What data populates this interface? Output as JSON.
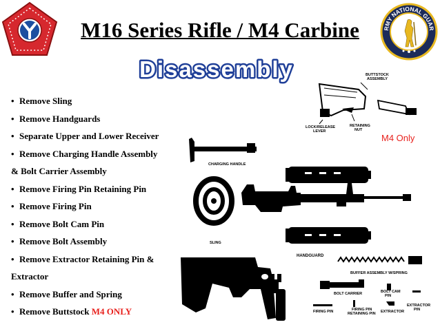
{
  "slide": {
    "title": "M16 Series Rifle / M4 Carbine",
    "subtitle": "Disassembly",
    "logo_right_text_top": "ARMY NATIONAL GUARD"
  },
  "steps": [
    {
      "text": "Remove Sling"
    },
    {
      "text": "Remove Handguards"
    },
    {
      "text": "Separate Upper and Lower Receiver"
    },
    {
      "text": "Remove Charging Handle Assembly"
    },
    {
      "text": "& Bolt Carrier Assembly",
      "continuation": true
    },
    {
      "text": "Remove Firing Pin Retaining Pin"
    },
    {
      "text": "Remove Firing Pin"
    },
    {
      "text": "Remove Bolt Cam Pin"
    },
    {
      "text": "Remove Bolt Assembly"
    },
    {
      "text": "Remove Extractor Retaining Pin &"
    },
    {
      "text": "Extractor",
      "continuation": true
    },
    {
      "text": "Remove Buffer and Spring"
    },
    {
      "text": "Remove Buttstock ",
      "highlight": "M4 ONLY"
    }
  ],
  "m4_only_label": "M4 Only",
  "diagram_labels": {
    "buttstock_assembly_1": "BUTTSTOCK",
    "buttstock_assembly_2": "ASSEMBLY",
    "lock_release_1": "LOCK/RELEASE",
    "lock_release_2": "LEVER",
    "retaining_nut_1": "RETAINING",
    "retaining_nut_2": "NUT",
    "charging_handle": "CHARGING HANDLE",
    "handguard_1": "HANDGUARD",
    "handguard_2": "HANDGUARD",
    "sling": "SLING",
    "buffer_assembly": "BUFFER ASSEMBLY W/SPRING",
    "bolt_carrier": "BOLT CARRIER",
    "bolt_cam_pin_1": "BOLT CAM",
    "bolt_cam_pin_2": "PIN",
    "extractor_pin_1": "EXTRACTOR",
    "extractor_pin_2": "PIN",
    "firing_pin": "FIRING PIN",
    "firing_pin_retaining_1": "FIRING PIN",
    "firing_pin_retaining_2": "RETAINING PIN",
    "extractor": "EXTRACTOR"
  },
  "colors": {
    "accent_red": "#e8211d",
    "subtitle_blue": "#1f3f98",
    "logo_red": "#d6282e",
    "logo_navy": "#1c2b5a",
    "logo_gold": "#e8b820"
  }
}
